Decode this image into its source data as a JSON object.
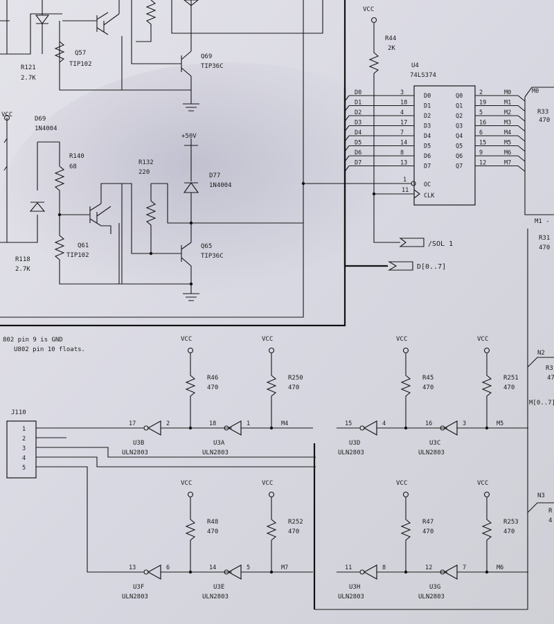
{
  "labels": {
    "r121": "R121",
    "r121_val": "2.7K",
    "q57": "Q57",
    "q57_part": "TIP102",
    "q69": "Q69",
    "q69_part": "TIP36C",
    "vcc_left": "VCC",
    "d69": "D69",
    "d69_part": "1N4004",
    "r140": "R140",
    "r140_val": "68",
    "r132": "R132",
    "r132_val": "220",
    "plus50v": "+50V",
    "d77": "D77",
    "d77_part": "1N4004",
    "q61": "Q61",
    "q61_part": "TIP102",
    "q65": "Q65",
    "q65_part": "TIP36C",
    "r118": "R118",
    "r118_val": "2.7K",
    "vcc_top": "VCC",
    "r44": "R44",
    "r44_val": "2K",
    "u4": "U4",
    "u4_part": "74LS374",
    "sol1": "/SOL 1",
    "dbus": "D[0..7]",
    "note1": "802 pin 9 is GND",
    "note2": "U802 pin 10 floats.",
    "j110": "J110",
    "m_bus": "M[0..7]",
    "r33": "R33",
    "r33_val": "470",
    "m1_arrow": "M1 -",
    "r31": "R31",
    "r31_val": "470",
    "n2": "N2",
    "r3_partial": "R3",
    "r3_val": "47",
    "n3": "N3",
    "r_partial": "R",
    "r_val": "4"
  },
  "u4": {
    "d_pins": [
      {
        "net": "D0",
        "pin": "3",
        "name": "D0"
      },
      {
        "net": "D1",
        "pin": "18",
        "name": "D1"
      },
      {
        "net": "D2",
        "pin": "4",
        "name": "D2"
      },
      {
        "net": "D3",
        "pin": "17",
        "name": "D3"
      },
      {
        "net": "D4",
        "pin": "7",
        "name": "D4"
      },
      {
        "net": "D5",
        "pin": "14",
        "name": "D5"
      },
      {
        "net": "D6",
        "pin": "8",
        "name": "D6"
      },
      {
        "net": "D7",
        "pin": "13",
        "name": "D7"
      }
    ],
    "q_pins": [
      {
        "name": "Q0",
        "pin": "2",
        "net": "M0"
      },
      {
        "name": "Q1",
        "pin": "19",
        "net": "M1"
      },
      {
        "name": "Q2",
        "pin": "5",
        "net": "M2"
      },
      {
        "name": "Q3",
        "pin": "16",
        "net": "M3"
      },
      {
        "name": "Q4",
        "pin": "6",
        "net": "M4"
      },
      {
        "name": "Q5",
        "pin": "15",
        "net": "M5"
      },
      {
        "name": "Q6",
        "pin": "9",
        "net": "M6"
      },
      {
        "name": "Q7",
        "pin": "12",
        "net": "M7"
      }
    ],
    "oc_pin": "1",
    "oc_name": "OC",
    "clk_pin": "11",
    "clk_name": "CLK",
    "m0_label": "M0"
  },
  "j110_pins": [
    "1",
    "2",
    "3",
    "4",
    "5"
  ],
  "drivers": [
    {
      "vcc": "VCC",
      "res": "R46",
      "val": "470",
      "gate": "U3B",
      "part": "ULN2803",
      "in": "2",
      "out": "17",
      "net": ""
    },
    {
      "vcc": "VCC",
      "res": "R250",
      "val": "470",
      "gate": "U3A",
      "part": "ULN2803",
      "in": "1",
      "out": "18",
      "net": "M4"
    },
    {
      "vcc": "VCC",
      "res": "R45",
      "val": "470",
      "gate": "U3D",
      "part": "ULN2803",
      "in": "4",
      "out": "15",
      "net": ""
    },
    {
      "vcc": "VCC",
      "res": "R251",
      "val": "470",
      "gate": "U3C",
      "part": "ULN2803",
      "in": "3",
      "out": "16",
      "net": "M5"
    },
    {
      "vcc": "VCC",
      "res": "R48",
      "val": "470",
      "gate": "U3F",
      "part": "ULN2803",
      "in": "6",
      "out": "13",
      "net": ""
    },
    {
      "vcc": "VCC",
      "res": "R252",
      "val": "470",
      "gate": "U3E",
      "part": "ULN2803",
      "in": "5",
      "out": "14",
      "net": "M7"
    },
    {
      "vcc": "VCC",
      "res": "R47",
      "val": "470",
      "gate": "U3H",
      "part": "ULN2803",
      "in": "8",
      "out": "11",
      "net": ""
    },
    {
      "vcc": "VCC",
      "res": "R253",
      "val": "470",
      "gate": "U3G",
      "part": "ULN2803",
      "in": "7",
      "out": "12",
      "net": "M6"
    }
  ]
}
